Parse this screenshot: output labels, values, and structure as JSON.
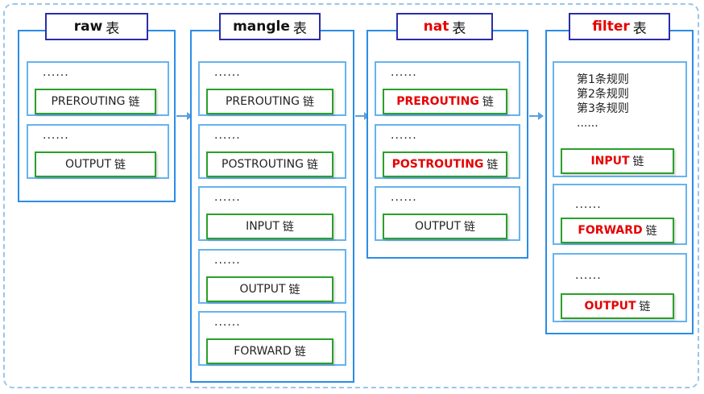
{
  "tables": {
    "raw": {
      "name": "raw",
      "suffix": "表",
      "groups": [
        {
          "dots": "......",
          "chain": "PREROUTING",
          "suffix": "链"
        },
        {
          "dots": "......",
          "chain": "OUTPUT",
          "suffix": "链"
        }
      ]
    },
    "mangle": {
      "name": "mangle",
      "suffix": "表",
      "groups": [
        {
          "dots": "......",
          "chain": "PREROUTING",
          "suffix": "链"
        },
        {
          "dots": "......",
          "chain": "POSTROUTING",
          "suffix": "链"
        },
        {
          "dots": "......",
          "chain": "INPUT",
          "suffix": "链"
        },
        {
          "dots": "......",
          "chain": "OUTPUT",
          "suffix": "链"
        },
        {
          "dots": "......",
          "chain": "FORWARD",
          "suffix": "链"
        }
      ]
    },
    "nat": {
      "name": "nat",
      "suffix": "表",
      "groups": [
        {
          "dots": "......",
          "chain": "PREROUTING",
          "suffix": "链"
        },
        {
          "dots": "......",
          "chain": "POSTROUTING",
          "suffix": "链"
        },
        {
          "dots": "......",
          "chain": "OUTPUT",
          "suffix": "链"
        }
      ]
    },
    "filter": {
      "name": "filter",
      "suffix": "表",
      "rules": [
        "第1条规则",
        "第2条规则",
        "第3条规则",
        "......"
      ],
      "groups": [
        {
          "dots": "",
          "chain": "INPUT",
          "suffix": "链"
        },
        {
          "dots": "......",
          "chain": "FORWARD",
          "suffix": "链"
        },
        {
          "dots": "......",
          "chain": "OUTPUT",
          "suffix": "链"
        }
      ]
    }
  },
  "colors": {
    "table_border": "#2b8de6",
    "title_border": "#2a2ea8",
    "chain_border": "#2aa02a",
    "highlight_text": "#e60000"
  }
}
